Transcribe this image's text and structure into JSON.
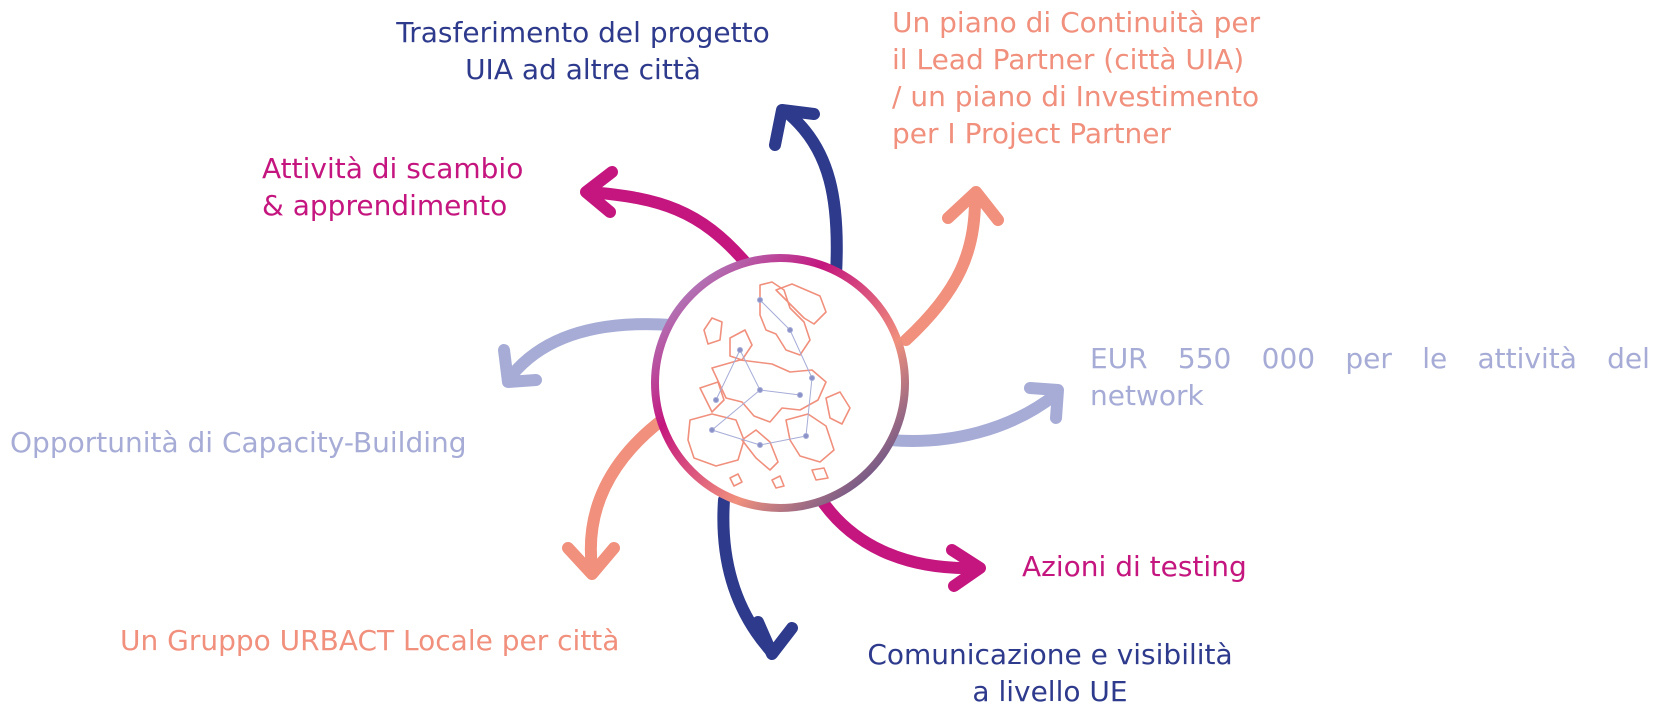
{
  "colors": {
    "navy": "#2e3a8c",
    "magenta": "#c4167e",
    "salmon": "#f0907d",
    "lavender": "#a6acd6"
  },
  "center": {
    "image": "map-of-europe"
  },
  "labels": {
    "transfer": {
      "line1": "Trasferimento del progetto",
      "line2": "UIA ad altre città"
    },
    "continuity": {
      "line1": "Un piano di Continuità per",
      "line2": "il Lead Partner (città UIA)",
      "line3": "/ un piano di Investimento",
      "line4": "per I Project Partner"
    },
    "exchange": {
      "line1": "Attività di scambio",
      "line2": "& apprendimento"
    },
    "budget": {
      "w1": "EUR",
      "w2": "550",
      "w3": "000",
      "w4": "per",
      "w5": "le",
      "w6": "attività",
      "w7": "del",
      "line2": "network"
    },
    "capacity": {
      "line1": "Opportunità di Capacity-Building"
    },
    "testing": {
      "line1": "Azioni di testing"
    },
    "ulg": {
      "line1": "Un Gruppo URBACT Locale per città"
    },
    "communication": {
      "line1": "Comunicazione e visibilità",
      "line2": "a livello UE"
    }
  }
}
